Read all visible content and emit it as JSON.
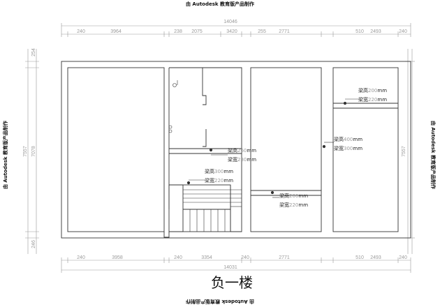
{
  "watermark": {
    "top": "由 Autodesk 教育版产品制作",
    "left": "由 Autodesk 教育版产品制作",
    "right": "由 Autodesk 教育版产品制作",
    "bottom": "由 Autodesk 教育版产品制作"
  },
  "dimensions": {
    "top_total": "14046",
    "top_segments": [
      "240",
      "3964",
      "238",
      "2075",
      "3420",
      "255",
      "2771",
      "510",
      "2493",
      "240"
    ],
    "bottom_total": "14031",
    "bottom_segments": [
      "240",
      "3958",
      "240",
      "3354",
      "240",
      "2771",
      "510",
      "2493",
      "240"
    ],
    "left_total": "7557",
    "left_inner": "7078",
    "left_top": "254",
    "left_bottom": "246",
    "right_total": "7557"
  },
  "beams": [
    {
      "height_label": "梁高",
      "height_value": "200",
      "width_label": "梁宽",
      "width_value": "220",
      "unit": "mm"
    },
    {
      "height_label": "梁高",
      "height_value": "260",
      "width_label": "梁宽",
      "width_value": "230",
      "unit": "mm"
    },
    {
      "height_label": "梁高",
      "height_value": "400",
      "width_label": "梁宽",
      "width_value": "300",
      "unit": "mm"
    },
    {
      "height_label": "梁高",
      "height_value": "300",
      "width_label": "梁宽",
      "width_value": "220",
      "unit": "mm"
    },
    {
      "height_label": "梁高",
      "height_value": "200",
      "width_label": "梁宽",
      "width_value": "220",
      "unit": "mm"
    }
  ],
  "title": "负一楼"
}
